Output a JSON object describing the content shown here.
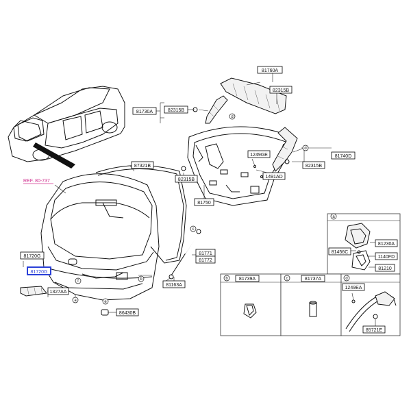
{
  "labels": {
    "p81760A": "81760A",
    "p82315B_a": "82315B",
    "p82315B_b": "82315B",
    "p81730A": "81730A",
    "p1249GE": "1249GE",
    "p81740D": "81740D",
    "p82315B_c": "82315B",
    "p87321B": "87321B",
    "p82315B_d": "82315B",
    "p1491AD": "1491AD",
    "p81750": "81750",
    "ref": "REF. 80-737",
    "p81720G": "81720G",
    "p1327AA": "1327AA",
    "p81771": "81771",
    "p81772": "81772",
    "p81163A": "81163A",
    "p86430B": "86430B",
    "p81230A": "81230A",
    "p81456C": "81456C",
    "p1140FD": "1140FD",
    "p81210": "81210",
    "p81739A": "81739A",
    "p81737A": "81737A",
    "p1249EA": "1249EA",
    "p85721E": "85721E"
  },
  "circles": {
    "a": "a",
    "b": "b",
    "c": "c",
    "d": "d",
    "e": "e",
    "f": "f"
  },
  "selected_part_text": "81720G"
}
